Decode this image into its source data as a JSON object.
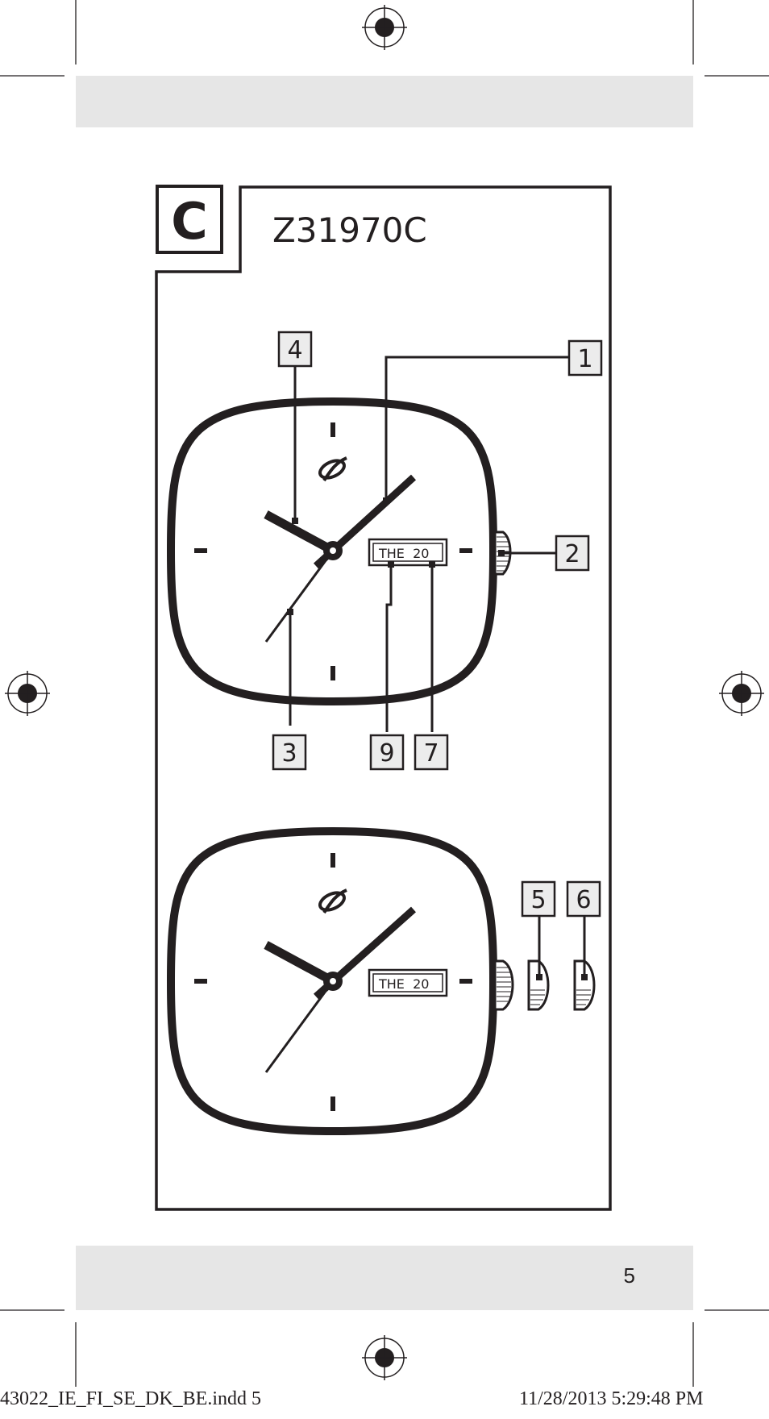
{
  "section": {
    "letter": "C",
    "model": "Z31970C"
  },
  "watch_top": {
    "date_window": "THE  20",
    "callouts": [
      "1",
      "2",
      "3",
      "4",
      "9",
      "7"
    ]
  },
  "watch_bottom": {
    "date_window": "THE  20",
    "callouts": [
      "5",
      "6"
    ]
  },
  "footer": {
    "page_number": "5",
    "slug_file": "43022_IE_FI_SE_DK_BE.indd   5",
    "slug_date": "11/28/2013   5:29:48 PM"
  },
  "colors": {
    "ink": "#231f20",
    "band": "#e6e6e6",
    "callout_fill": "#ececec"
  }
}
